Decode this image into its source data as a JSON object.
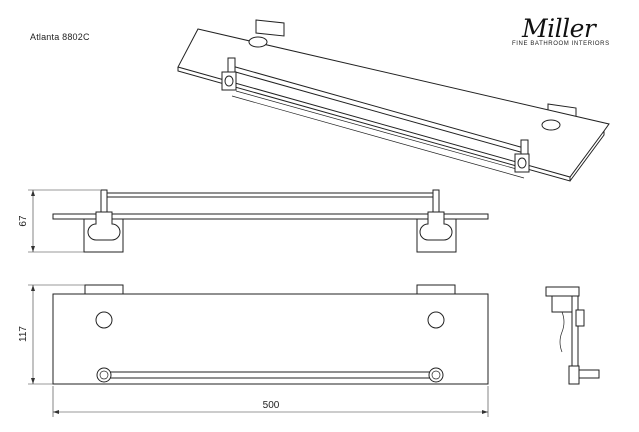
{
  "header": {
    "product_code": "Atlanta 8802C"
  },
  "brand": {
    "logo_text": "Miller",
    "tagline": "FINE BATHROOM INTERIORS"
  },
  "dimensions": {
    "width_label": "500",
    "depth_label": "117",
    "height_label": "67"
  }
}
